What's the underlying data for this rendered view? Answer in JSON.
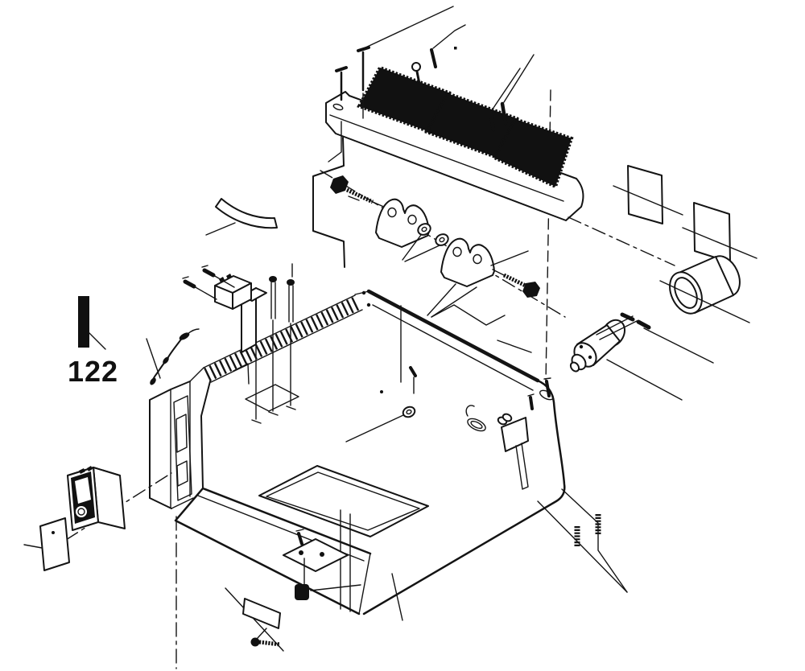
{
  "diagram": {
    "title": "exploded-parts-diagram",
    "colors": {
      "line": "#141414",
      "ink": "#111111",
      "background": "#ffffff"
    },
    "callouts": [
      {
        "label": "122"
      }
    ],
    "parts": [
      "upper-cover-assembly",
      "cooling-fin-pads",
      "cover-screws",
      "hinge-bolt-left",
      "hinge-bolt-right",
      "pivot-bracket-front",
      "pivot-bracket-rear",
      "flat-washers",
      "belt-guard-panel",
      "rotation-arrow",
      "mounting-plate-left",
      "mounting-plate-right",
      "spacer-tube",
      "drive-motor",
      "motor-screws",
      "chassis-base",
      "vent-slots",
      "slot-tower",
      "switch-bracket-assembly",
      "micro-switch",
      "ground-wire",
      "rocker-switch",
      "switch-cover-plate",
      "inner-tray",
      "rim-bracket",
      "hanger-bar",
      "floor-washer",
      "oval-slot",
      "bottom-mounting-plate",
      "foot-grommet",
      "retainer-strip",
      "carriage-bolt",
      "spring-pins",
      "callout-bar-122"
    ]
  }
}
